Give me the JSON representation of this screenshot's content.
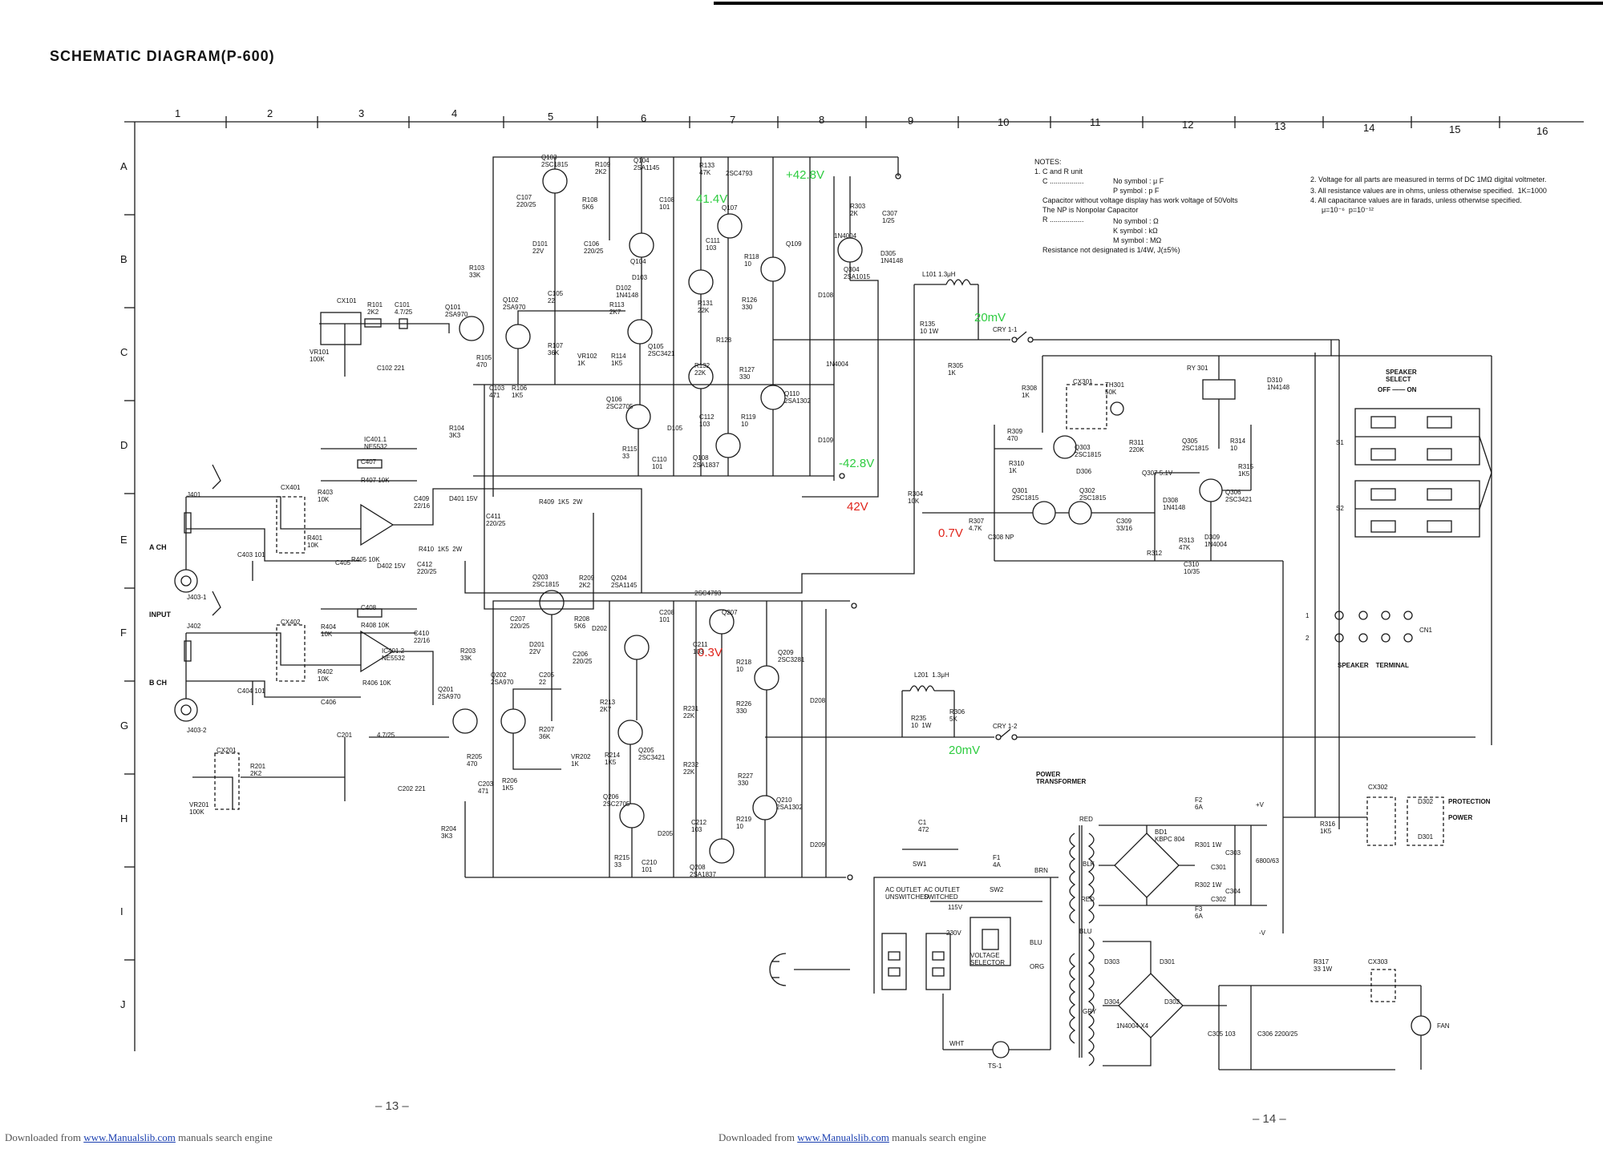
{
  "title": "SCHEMATIC   DIAGRAM(P-600)",
  "grid": {
    "columns": [
      "1",
      "2",
      "3",
      "4",
      "5",
      "6",
      "7",
      "8",
      "9",
      "10",
      "11",
      "12",
      "13",
      "14",
      "15",
      "16"
    ],
    "rows": [
      "A",
      "B",
      "C",
      "D",
      "E",
      "F",
      "G",
      "H",
      "I",
      "J"
    ]
  },
  "notes_left": {
    "heading": "NOTES:",
    "line1": "1. C and R unit",
    "c_label": "C .................",
    "c_sym1": "No symbol : μ F",
    "c_sym2": "P symbol : p F",
    "cap_note1": "Capacitor without voltage display has work voltage of 50Volts",
    "cap_note2": "The NP is Nonpolar Capacitor",
    "r_label": "R .................",
    "r_sym1": "No symbol : Ω",
    "r_sym2": "K symbol : kΩ",
    "r_sym3": "M symbol : MΩ",
    "res_note": "Resistance not designated is 1/4W, J(±5%)"
  },
  "notes_right": {
    "n2": "2. Voltage for all parts are measured in terms of DC 1MΩ digital voltmeter.",
    "n3": "3. All resistance values are in ohms, unless otherwise specified.  1K=1000",
    "n4": "4. All capacitance values are in farads, unless otherwise specified.",
    "n4b": "μ=10⁻⁶  p=10⁻¹²"
  },
  "measurements": {
    "v_plus": "+42.8V",
    "v_q107": "41.4V",
    "v_minus": "-42.8V",
    "v_42": "42V",
    "v_07": "0.7V",
    "mv_top": "20mV",
    "mv_bottom": "20mV",
    "v_q211": "0.3V"
  },
  "channels": {
    "a_ch": "A CH",
    "b_ch": "B CH",
    "input": "INPUT",
    "j401": "J401",
    "j402": "J402",
    "j403_1": "J403-1",
    "j403_2": "J403-2"
  },
  "components_top": {
    "cx101": "CX101",
    "r101": "R101\n2K2",
    "c101": "C101\n4.7/25",
    "vr101": "VR101\n100K",
    "c102": "C102 221",
    "q101": "Q101\n2SA970",
    "q102": "Q102\n2SA970",
    "c105": "C105\n22",
    "r105": "R105\n470",
    "c103": "C103\n471",
    "r106": "R106\n1K5",
    "r107": "R107\n36K",
    "r103": "R103\n33K",
    "r104": "R104\n3K3",
    "q103": "Q103\n2SC1815",
    "q104": "Q104\n2SA1145",
    "r109": "R109\n2K2",
    "c107": "C107\n220/25",
    "d101": "D101\n22V",
    "r108": "R108\n5K6",
    "c106": "C106\n220/25",
    "d102": "D102\n1N4148",
    "d103": "D103",
    "q104b": "Q104",
    "r113": "R113\n2K7",
    "q105": "Q105\n2SC3421",
    "r114": "R114\n1K5",
    "vr102": "VR102\n1K",
    "q106": "Q106\n2SC2705",
    "r115": "R115\n33",
    "c110": "C110\n101",
    "d105": "D105",
    "q107": "Q107",
    "q107b": "2SC4793",
    "r133": "R133\n47K",
    "c108": "C108\n101",
    "c111": "C111\n103",
    "r118": "R118\n10",
    "r131": "R131\n22K",
    "r126": "R126\n330",
    "r128": "R128",
    "r132": "R132\n22K",
    "r127": "R127\n330",
    "c112": "C112\n103",
    "r119": "R119\n10",
    "q108": "Q108\n2SA1837",
    "q109": "Q109",
    "q110": "Q110\n2SA1302",
    "d108": "D108",
    "d109": "D109",
    "q304": "Q304\n2SA1015",
    "r303": "R303\n2K",
    "c307": "C307\n1/25",
    "d305": "D305\n1N4148",
    "l101": "L101 1.3μH",
    "r135": "R135\n10 1W",
    "r105b": "R305\n1K",
    "cry1": "CRY 1-1"
  },
  "components_mid": {
    "ic401_1": "IC401.1\nNE5532",
    "c407": "C407",
    "r407": "R407 10K",
    "cx401": "CX401",
    "r403": "R403\n10K",
    "r401": "R401\n10K",
    "c403": "C403 101",
    "r405": "R405 10K",
    "c405": "C405",
    "d401": "D401 15V",
    "d402": "D402 15V",
    "c409": "C409\n22/16",
    "c411": "C411\n220/25",
    "c412": "C412\n220/25",
    "r409": "R409  1K5  2W",
    "r410": "R410  1K5  2W",
    "ic401_2": "IC401.2\nNE5532",
    "c408": "C408",
    "r408": "R408 10K",
    "cx402": "CX402",
    "r404": "R404\n10K",
    "r402": "R402\n10K",
    "c404": "C404 101",
    "r406": "R406 10K",
    "c406": "C406",
    "c410": "C410\n22/16",
    "c201": "C201",
    "c201v": "4.7/25",
    "cx201": "CX201",
    "r201": "R201\n2K2",
    "vr201": "VR201\n100K",
    "c202": "C202 221"
  },
  "components_bottom": {
    "q201": "Q201\n2SA970",
    "q202": "Q202\n2SA970",
    "q203": "Q203\n2SC1815",
    "q204": "Q204\n2SA1145",
    "r209": "R209\n2K2",
    "c207": "C207\n220/25",
    "d201": "D201\n22V",
    "r208": "R208\n5K6",
    "c206": "C206\n220/25",
    "d202": "D202",
    "c205": "C205\n22",
    "r205": "R205\n470",
    "c203": "C203\n471",
    "r206": "R206\n1K5",
    "r207": "R207\n36K",
    "r203": "R203\n33K",
    "r204": "R204\n3K3",
    "r213": "R213\n2K7",
    "q205": "Q205\n2SC3421",
    "r214": "R214\n1K5",
    "vr202": "VR202\n1K",
    "q206": "Q206\n2SC2705",
    "r215": "R215\n33",
    "c210": "C210\n101",
    "d205": "D205",
    "q207": "Q207",
    "q207b": "2SC4793",
    "c208": "C208\n101",
    "c211": "C211\n103",
    "r218": "R218\n10",
    "r231": "R231\n22K",
    "r226": "R226\n330",
    "r232": "R232\n22K",
    "r227": "R227\n330",
    "c212": "C212\n103",
    "r219": "R219\n10",
    "q208": "Q208\n2SA1837",
    "q209": "Q209\n2SC3281",
    "q210": "Q210\n2SA1302",
    "d208": "D208",
    "d209": "D209",
    "l201": "L201  1.3μH",
    "r235": "R235\n10  1W",
    "r306": "R306\n5K",
    "cry2": "CRY 1-2"
  },
  "protection": {
    "ry301": "RY 301",
    "d310": "D310\n1N4148",
    "cx301": "CX301",
    "th301": "TH301\n50K",
    "r308": "R308\n1K",
    "r309": "R309\n470",
    "r310": "R310\n1K",
    "q303": "Q303\n2SC1815",
    "r311": "R311\n220K",
    "d306": "D306",
    "q301": "Q301\n2SC1815",
    "q302": "Q302\n2SC1815",
    "r304": "R304\n10K",
    "r307": "R307\n4.7K",
    "c308": "C308 NP",
    "c309": "C309\n33/16",
    "r312": "R312",
    "q307": "Q307 5.1V",
    "d308": "D308\n1N4148",
    "r313": "R313\n47K",
    "c310": "C310\n10/35",
    "q305": "Q305\n2SC1815",
    "r314": "R314\n10",
    "r315": "R315\n1K5",
    "q306": "Q306\n2SC3421",
    "d309": "D309\n1N4004",
    "d304t": "1N4004",
    "d101t": "1N4004"
  },
  "speaker": {
    "select": "SPEAKER\nSELECT",
    "off_on": "OFF —— ON",
    "s1": "S1",
    "s2": "S2",
    "terminal": "SPEAKER    TERMINAL",
    "cn1": "CN1",
    "t1": "1",
    "t2": "2"
  },
  "power": {
    "transformer": "POWER\nTRANSFORMER",
    "c1": "C1\n472",
    "sw1": "SW1",
    "sw2": "SW2",
    "f1": "F1\n4A",
    "ac_unsw": "AC OUTLET\nUNSWITCHED",
    "ac_sw": "AC OUTLET\nSWITCHED",
    "v115": "115V",
    "v230": "230V",
    "vsel": "VOLTAGE\nSELECTOR",
    "brn": "BRN",
    "blu": "BLU",
    "blu2": "BLU",
    "org": "ORG",
    "wht": "WHT",
    "gry": "GRY",
    "red1": "RED",
    "red2": "RED",
    "blk": "BLK",
    "ts1": "TS-1",
    "bd1": "BD1\nKBPC 804",
    "f2": "F2\n6A",
    "f3": "F3\n6A",
    "r301": "R301 1W",
    "r302": "R302 1W",
    "c303": "C303",
    "c304": "C304",
    "c301": "C301",
    "c302": "C302",
    "cap_6800": "6800/63",
    "d303": "D303",
    "d301": "D301",
    "d304": "D304",
    "d302": "D302",
    "diodes": "1N4004 X4",
    "c305": "C305 103",
    "c306": "C306 2200/25",
    "r317": "R317\n33 1W",
    "cx302": "CX302",
    "protection": "PROTECTION",
    "power_lbl": "POWER",
    "r316": "R316\n1K5",
    "d302b": "D302",
    "d301b": "D301",
    "cx303": "CX303",
    "fan": "FAN",
    "plus_v": "+V",
    "minus_v": "-V"
  },
  "pages": {
    "left": "– 13 –",
    "right": "– 14 –"
  },
  "footer": {
    "left_pre": "Downloaded from ",
    "left_link": "www.Manualslib.com",
    "left_post": " manuals search engine",
    "right_pre": "Downloaded from ",
    "right_link": "www.Manualslib.com",
    "right_post": " manuals search engine"
  }
}
